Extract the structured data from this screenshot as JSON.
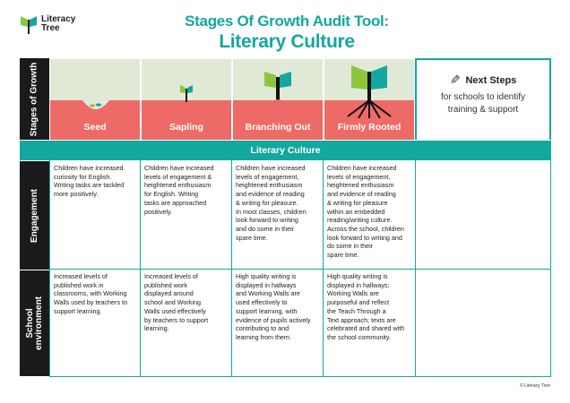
{
  "logo": {
    "text": "Literacy\nTree"
  },
  "title": {
    "line1": "Stages Of Growth Audit Tool:",
    "line2": "Literary Culture"
  },
  "row_labels": {
    "stages": "Stages of Growth",
    "engagement": "Engagement",
    "school": "School\nenvironment"
  },
  "stages": [
    "Seed",
    "Sapling",
    "Branching Out",
    "Firmly Rooted"
  ],
  "next_steps": {
    "title": "Next Steps",
    "subtitle": "for schools to identify\ntraining & support",
    "icon": "pencil-icon"
  },
  "band": "Literary Culture",
  "engagement": [
    "Children have increased\ncuriosity for English.\nWriting tasks are tackled\nmore positively.",
    "Children have increased\nlevels of engagement &\nheightened enthusiasm\nfor English. Writing\ntasks are approached\npositively.",
    "Children have increased\nlevels of engagement,\nheightened enthusiasm\nand evidence of reading\n& writing for pleasure.\nIn most classes, children\nlook forward to writing\nand do some in their\nspare time.",
    "Children have increased\nlevels of engagement,\nheightened enthusiasm\nand evidence of reading\n& writing for pleasure\nwithin an embedded\nreading/writing culture.\nAcross the school, children\nlook forward to writing and\ndo some in their\nspare time."
  ],
  "school": [
    "Increased levels of\npublished work in\nclassrooms, with Working\nWalls used by teachers to\nsupport learning.",
    "Increased levels of\npublished work\ndisplayed around\nschool and Working\nWalls used effectively\nby teachers to support\nlearning.",
    "High quality writing is\ndisplayed in hallways\nand Working Walls are\nused effectively to\nsupport learning, with\nevidence of pupils actively\ncontributing to and\nlearning from them.",
    "High quality writing is\ndisplayed in hallways;\nWorking Walls are\npurposeful and reflect\nthe Teach Through a\nText approach; texts are\ncelebrated and shared with\nthe school community."
  ],
  "copyright": "© Literacy Tree",
  "colors": {
    "teal": "#13a89e",
    "soil": "#ee6a66",
    "sky": "#dfe9d6",
    "leaf": "#8cc63f",
    "dark": "#1a1a1d"
  }
}
